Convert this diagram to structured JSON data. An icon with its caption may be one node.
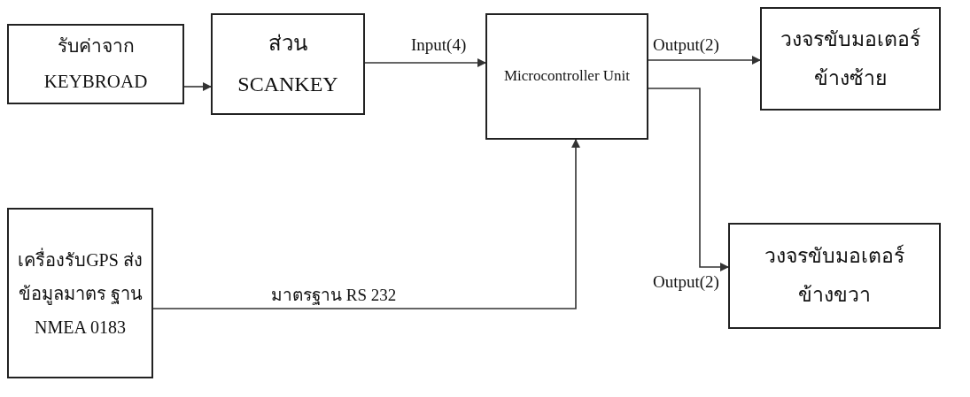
{
  "diagram": {
    "nodes": [
      {
        "text": [
          "รับค่าจาก KEYBROAD"
        ]
      },
      {
        "text": [
          "ส่วน SCANKEY"
        ]
      },
      {
        "text": [
          "Microcontroller Unit"
        ]
      },
      {
        "text": [
          "วงจรขับมอเตอร์ ข้างซ้าย"
        ]
      },
      {
        "text": [
          "เครื่องรับGPS ส่งข้อมูลมาตร ฐาน NMEA 0183"
        ]
      },
      {
        "text": [
          "วงจรขับมอเตอร์ ข้างขวา"
        ]
      }
    ],
    "edges": [
      {
        "from": 0,
        "to": 1,
        "arrow": "to"
      },
      {
        "from": 1,
        "to": 2,
        "arrow": "to",
        "label": "Input(4)"
      },
      {
        "from": 2,
        "to": 3,
        "arrow": "to",
        "label": "Output(2)"
      },
      {
        "from": 2,
        "to": 5,
        "arrow": "to",
        "label": "Output(2)"
      },
      {
        "from": 4,
        "to": 2,
        "arrow": "to",
        "label": "มาตรฐาน RS 232"
      }
    ]
  }
}
